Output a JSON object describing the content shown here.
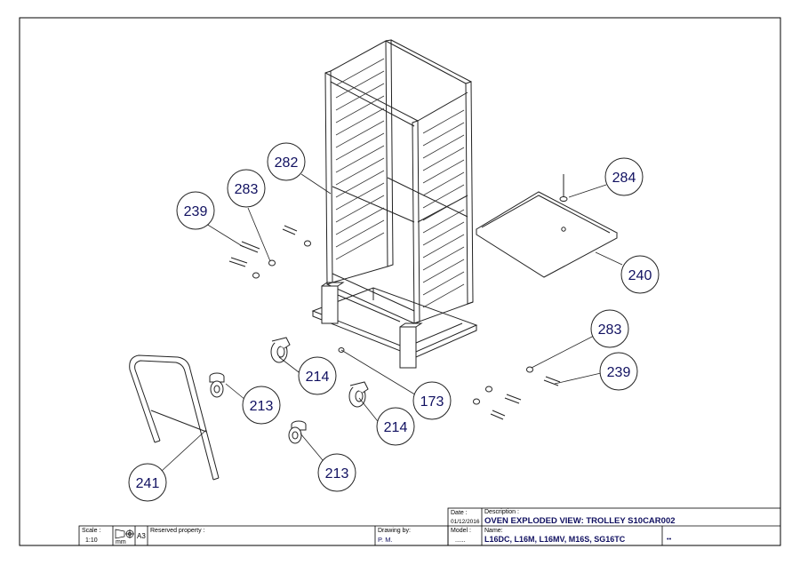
{
  "callouts": [
    {
      "id": "c282",
      "label": "282"
    },
    {
      "id": "c283a",
      "label": "283"
    },
    {
      "id": "c239a",
      "label": "239"
    },
    {
      "id": "c284",
      "label": "284"
    },
    {
      "id": "c240",
      "label": "240"
    },
    {
      "id": "c283b",
      "label": "283"
    },
    {
      "id": "c239b",
      "label": "239"
    },
    {
      "id": "c214a",
      "label": "214"
    },
    {
      "id": "c173",
      "label": "173"
    },
    {
      "id": "c213a",
      "label": "213"
    },
    {
      "id": "c214b",
      "label": "214"
    },
    {
      "id": "c213b",
      "label": "213"
    },
    {
      "id": "c241",
      "label": "241"
    }
  ],
  "title_block": {
    "scale_label": "Scale :",
    "scale_value": "1:10",
    "unit": "mm",
    "sheet_size": "A3",
    "reserved": "Reserved property :",
    "drawing_by_label": "Drawing by:",
    "drawing_by_value": "P. M.",
    "date_label": "Date :",
    "date_value": "01/12/2016",
    "model_label": "Model :",
    "model_value": "......",
    "description_label": "Description :",
    "description_value": "OVEN EXPLODED VIEW: TROLLEY S10CAR002",
    "name_label": "Name:",
    "name_value": "L16DC, L16M, L16MV, M16S, SG16TC",
    "extra": "••"
  }
}
